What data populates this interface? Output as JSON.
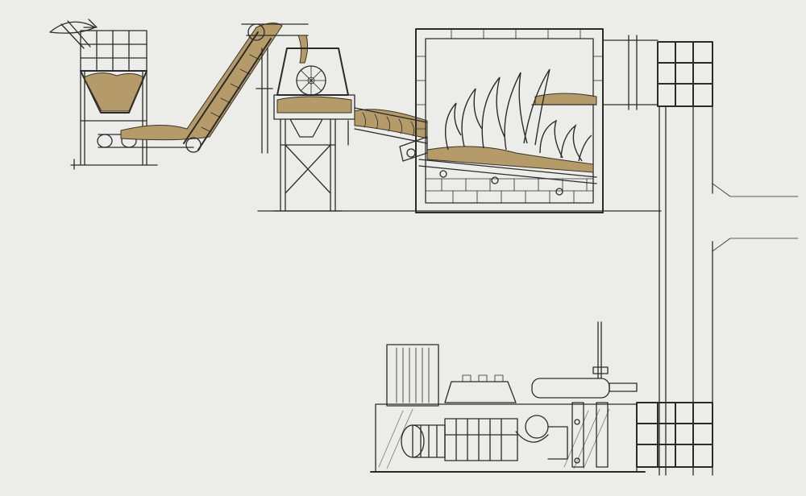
{
  "illustration": {
    "style": "pencil line drawing",
    "background": "#ecece8",
    "ink_color": "#2b2b2b",
    "material_color": "#b59a6a",
    "components": [
      "intake-hopper",
      "inclined-conveyor",
      "rotary-feeder",
      "screw-conveyor",
      "furnace",
      "exhaust-stack",
      "ventilation-louver",
      "engine-generator"
    ]
  }
}
